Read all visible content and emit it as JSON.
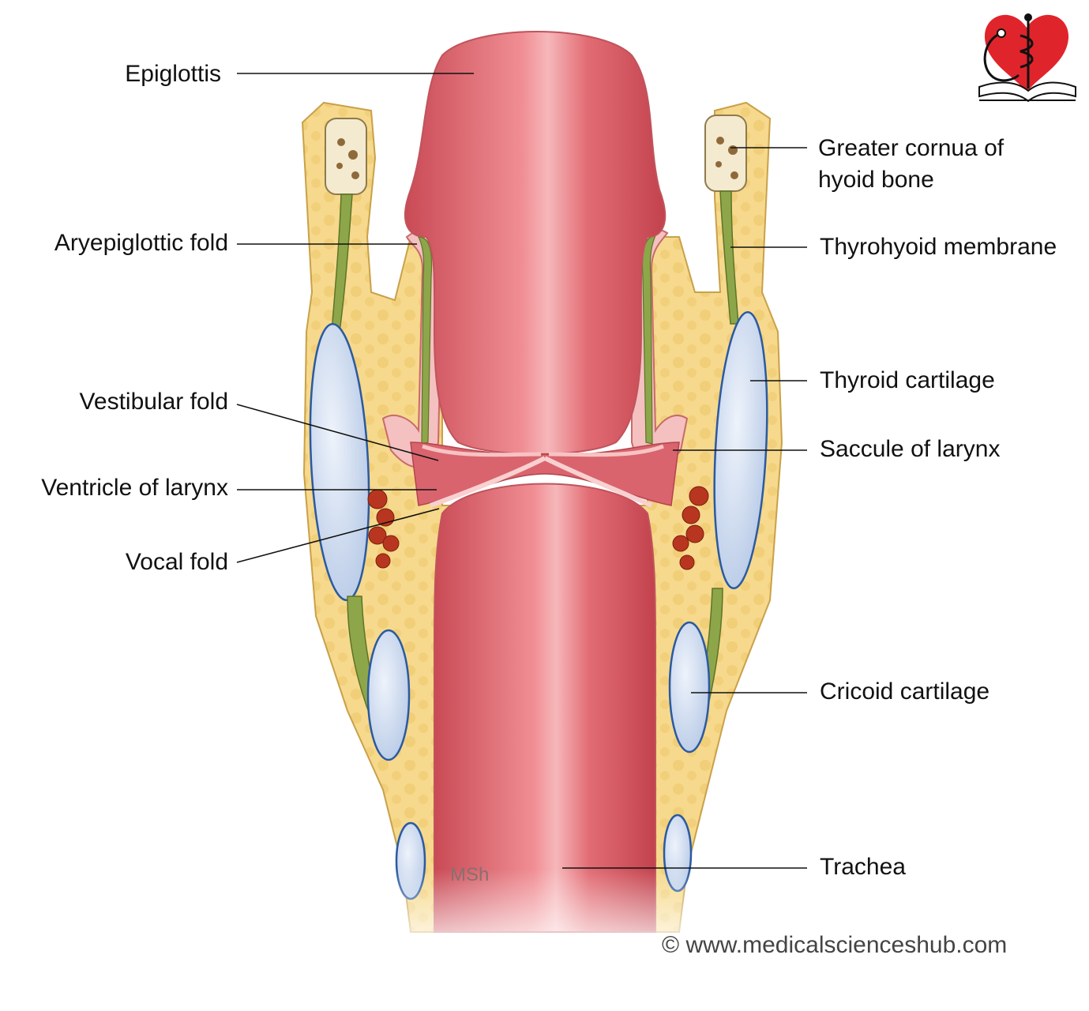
{
  "labels": {
    "epiglottis": "Epiglottis",
    "aryepiglottic_fold": "Aryepiglottic fold",
    "vestibular_fold": "Vestibular fold",
    "ventricle_of_larynx": "Ventricle of larynx",
    "vocal_fold": "Vocal fold",
    "greater_cornua_line1": "Greater cornua of",
    "greater_cornua_line2": "hyoid bone",
    "thyrohyoid_membrane": "Thyrohyoid membrane",
    "thyroid_cartilage": "Thyroid cartilage",
    "saccule_of_larynx": "Saccule of larynx",
    "cricoid_cartilage": "Cricoid cartilage",
    "trachea": "Trachea"
  },
  "artist_signature": "MSh",
  "copyright": "© www.medicalscienceshub.com",
  "logo": {
    "icon": "heart-caduceus-stethoscope-book-logo",
    "heart_color": "#e0242b"
  },
  "colors": {
    "mucosa": "#e0666f",
    "mucosa_dark": "#c9454f",
    "fat": "#f6d98c",
    "fat_dots": "#efc66e",
    "cartilage": "#c9d8ee",
    "cartilage_edge": "#2b5aa0",
    "membrane": "#8ea64a",
    "gland": "#b8361f",
    "leader": "#111111"
  }
}
